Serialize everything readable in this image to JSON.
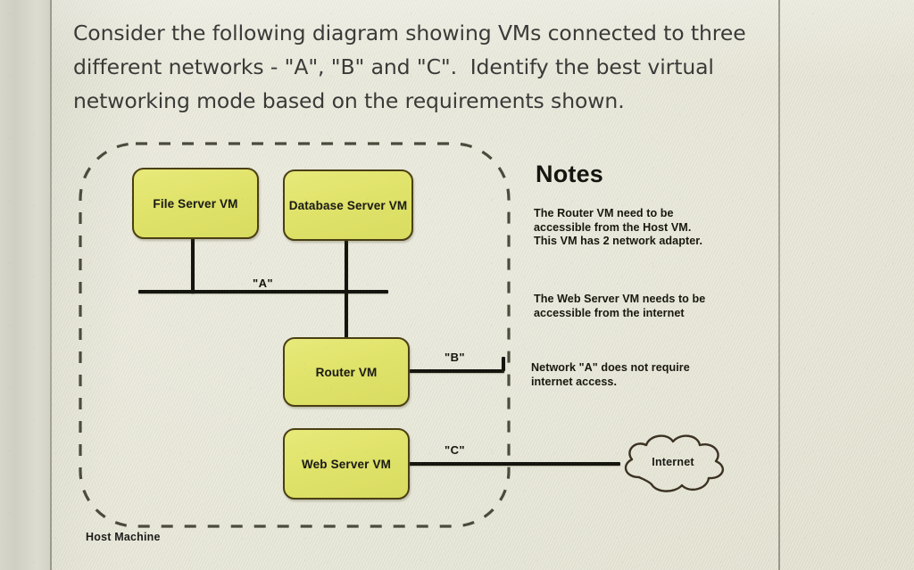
{
  "question": {
    "text": "Consider the following diagram showing VMs connected to three different networks - \"A\", \"B\" and \"C\".  Identify the best virtual networking mode based on the requirements shown."
  },
  "diagram": {
    "host_machine_label": "Host Machine",
    "vms": [
      {
        "id": "file-server",
        "label": "File Server VM"
      },
      {
        "id": "database-server",
        "label": "Database Server VM"
      },
      {
        "id": "router",
        "label": "Router VM"
      },
      {
        "id": "web-server",
        "label": "Web Server VM"
      }
    ],
    "networks": [
      {
        "id": "a",
        "label": "\"A\""
      },
      {
        "id": "b",
        "label": "\"B\""
      },
      {
        "id": "c",
        "label": "\"C\""
      }
    ],
    "internet": {
      "label": "Internet"
    }
  },
  "notes": {
    "title": "Notes",
    "items": [
      "The Router VM need to be\naccessible from the Host VM.\nThis VM has 2 network adapter.",
      "The Web Server VM needs to be\naccessible from the internet",
      "Network \"A\" does not require\ninternet access."
    ]
  },
  "colors": {
    "vm_fill": "#e0e36a",
    "vm_border": "#4a3f14",
    "paper": "#e6e5d6",
    "ink": "#15150f"
  }
}
